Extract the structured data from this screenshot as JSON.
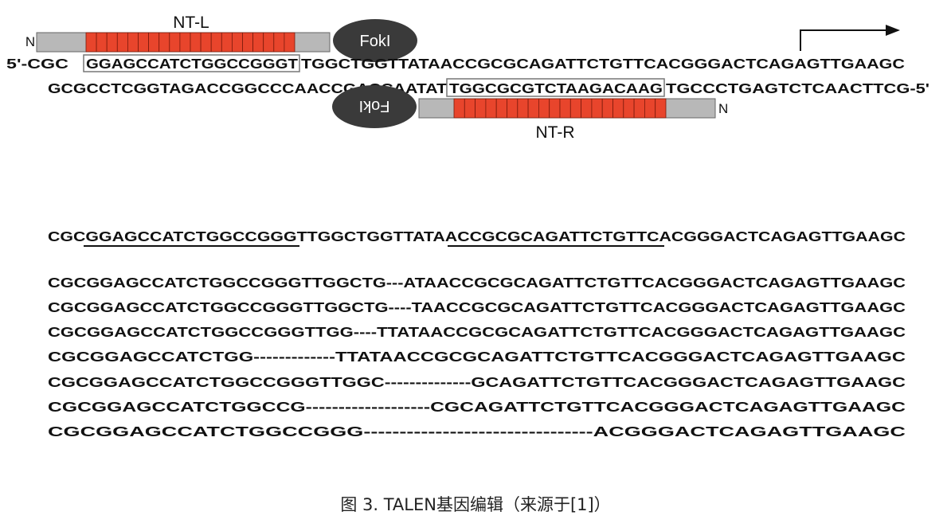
{
  "diagram": {
    "talen_left": {
      "label": "NT-L",
      "n_terminus": "N",
      "nuclease": "FokI",
      "repeat_count": 20,
      "repeat_color": "#e8452c",
      "domain_color": "#b8b8b8"
    },
    "talen_right": {
      "label": "NT-R",
      "n_terminus": "N",
      "nuclease": "FokI",
      "repeat_count": 20,
      "repeat_color": "#e8452c",
      "domain_color": "#b8b8b8"
    },
    "top_strand": {
      "prefix": "5'-CGC",
      "left_site": "GGAGCCATCTGGCCGGGT",
      "spacer": "TGGCTGGTTATAACCGCGCAGATTCTGTTCACGGGACTCAGAGTTGAAGC"
    },
    "bottom_strand": {
      "lead": "GCGCCTCGGTAGACCGGCCCAACCGACCAATAT",
      "right_site": "TGGCGCGTCTAAGACAAG",
      "tail": "TGCCCTGAGTCTCAACTTCG-5'"
    },
    "reference": {
      "pre": "CGC",
      "site_left": "GGAGCCATCTGGCCGGGT",
      "mid": "TGGCTGGTTATA",
      "site_right": "ACCGCGCAGATTCTGTTC",
      "post": "ACGGGACTCAGAGTTGAAGC"
    },
    "mutant_sequences": [
      "CGCGGAGCCATCTGGCCGGGTTGGCTG---ATAACCGCGCAGATTCTGTTCACGGGACTCAGAGTTGAAGC",
      "CGCGGAGCCATCTGGCCGGGTTGGCTG----TAACCGCGCAGATTCTGTTCACGGGACTCAGAGTTGAAGC",
      "CGCGGAGCCATCTGGCCGGGTTGG----TTATAACCGCGCAGATTCTGTTCACGGGACTCAGAGTTGAAGC",
      "CGCGGAGCCATCTGG-------------TTATAACCGCGCAGATTCTGTTCACGGGACTCAGAGTTGAAGC",
      "CGCGGAGCCATCTGGCCGGGTTGGC--------------GCAGATTCTGTTCACGGGACTCAGAGTTGAAGC",
      "CGCGGAGCCATCTGGCCG-------------------CGCAGATTCTGTTCACGGGACTCAGAGTTGAAGC",
      "CGCGGAGCCATCTGGCCGGG--------------------------------ACGGGACTCAGAGTTGAAGC"
    ]
  },
  "caption": "图 3. TALEN基因编辑（来源于[1]）"
}
